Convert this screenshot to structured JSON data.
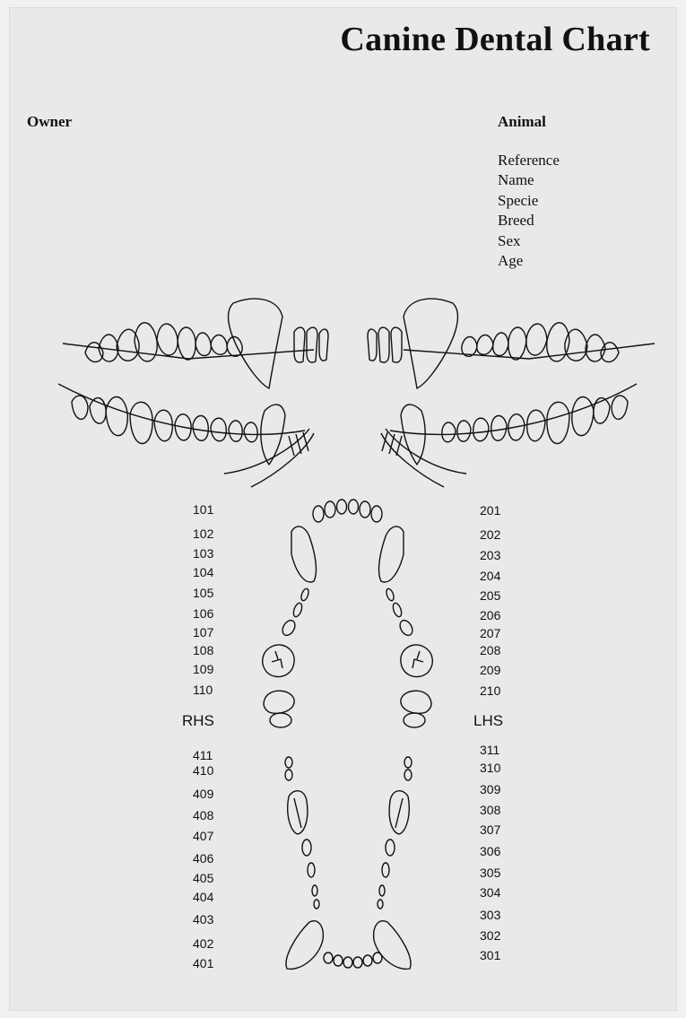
{
  "title": "Canine Dental Chart",
  "owner_label": "Owner",
  "animal_label": "Animal",
  "animal_fields": [
    "Reference",
    "Name",
    "Specie",
    "Breed",
    "Sex",
    "Age"
  ],
  "side_labels": {
    "right": "RHS",
    "left": "LHS"
  },
  "teeth": {
    "upper_right": [
      "101",
      "102",
      "103",
      "104",
      "105",
      "106",
      "107",
      "108",
      "109",
      "110"
    ],
    "upper_left": [
      "201",
      "202",
      "203",
      "204",
      "205",
      "206",
      "207",
      "208",
      "209",
      "210"
    ],
    "lower_right": [
      "411",
      "410",
      "409",
      "408",
      "407",
      "406",
      "405",
      "404",
      "403",
      "402",
      "401"
    ],
    "lower_left": [
      "311",
      "310",
      "309",
      "308",
      "307",
      "306",
      "305",
      "304",
      "303",
      "302",
      "301"
    ]
  }
}
